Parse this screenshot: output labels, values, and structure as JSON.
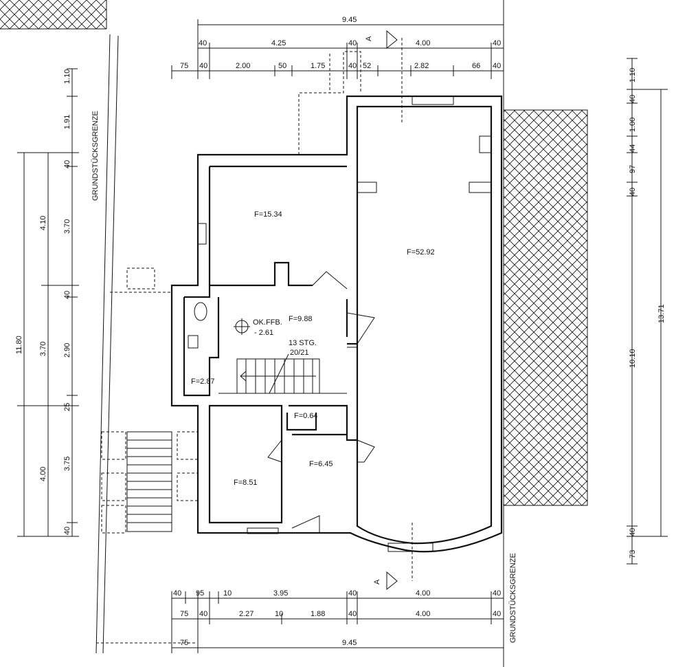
{
  "rooms": {
    "living": "F=52.92",
    "room_top": "F=15.34",
    "hall": "F=9.88",
    "wc": "F=2.87",
    "small": "F=0.64",
    "kitchen": "F=6.45",
    "room_bottom": "F=8.51"
  },
  "level": {
    "label": "OK.FFB.",
    "value": "- 2.61"
  },
  "stairs": {
    "count": "13 STG.",
    "ratio": "20/21"
  },
  "boundary": "GRUNDSTÜCKSGRENZE",
  "section_mark": "A",
  "dims_top": {
    "total": "9.45",
    "row2": [
      "40",
      "4.25",
      "40",
      "4.00",
      "40"
    ],
    "row3": [
      "75",
      "40",
      "2.00",
      "50",
      "1.75",
      "40",
      "52",
      "2.82",
      "66",
      "40"
    ]
  },
  "dims_bottom": {
    "row1": [
      "40",
      "95",
      "10",
      "3.95",
      "40",
      "4.00",
      "40"
    ],
    "row2": [
      "75",
      "40",
      "2.27",
      "10",
      "1.88",
      "40",
      "4.00",
      "40"
    ],
    "total_left": "75",
    "total": "9.45"
  },
  "dims_left": {
    "outer": "11.80",
    "mid": [
      "4.10",
      "3.70",
      "4.00"
    ],
    "inner": [
      "1.10",
      "1.91",
      "40",
      "3.70",
      "40",
      "2.90",
      "25",
      "3.75",
      "40"
    ]
  },
  "dims_right": {
    "inner": [
      "1.10",
      "40",
      "1.00",
      "44",
      "97",
      "40",
      "10.10",
      "40",
      "73"
    ],
    "outer": "13.71"
  }
}
